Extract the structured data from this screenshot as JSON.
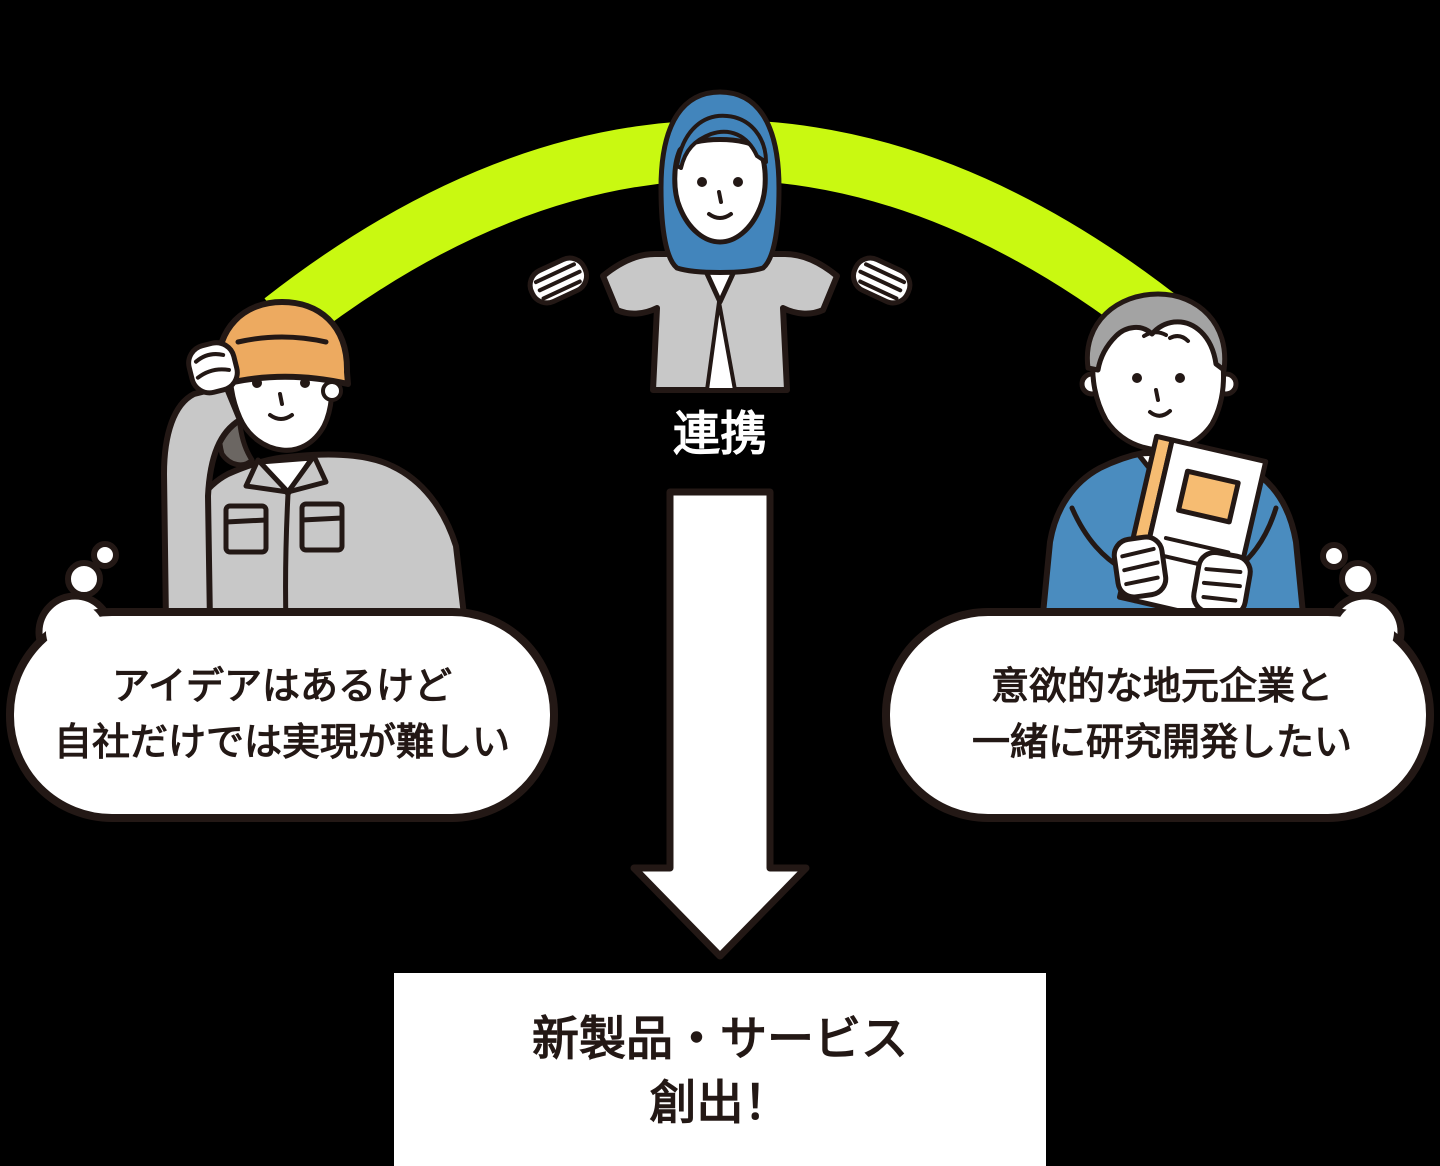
{
  "canvas": {
    "background": "#000000"
  },
  "palette": {
    "canvas_bg": "#000000",
    "outline": "#231815",
    "arc_green": "#c9f911",
    "garment_gray": "#c8c8c8",
    "helmet_orange": "#edaa60",
    "hair_blue": "#4285bc",
    "sweater_blue": "#4a8cbf",
    "book_orange": "#f6bc72",
    "hair_gray": "#a3a3a3",
    "worker_hair_dark": "#6b6662",
    "bubble_fill": "#ffffff",
    "text_dark": "#231815",
    "label_white": "#ffffff"
  },
  "diagram": {
    "link_label": "連携",
    "left_bubble": {
      "line1": "アイデアはあるけど",
      "line2": "自社だけでは実現が難しい"
    },
    "right_bubble": {
      "line1": "意欲的な地元企業と",
      "line2": "一緒に研究開発したい"
    },
    "result_box": {
      "line1": "新製品・サービス",
      "line2": "創出！"
    },
    "figures": {
      "left": "factory-worker-illustration",
      "center": "coordinator-illustration",
      "right": "researcher-illustration"
    }
  }
}
